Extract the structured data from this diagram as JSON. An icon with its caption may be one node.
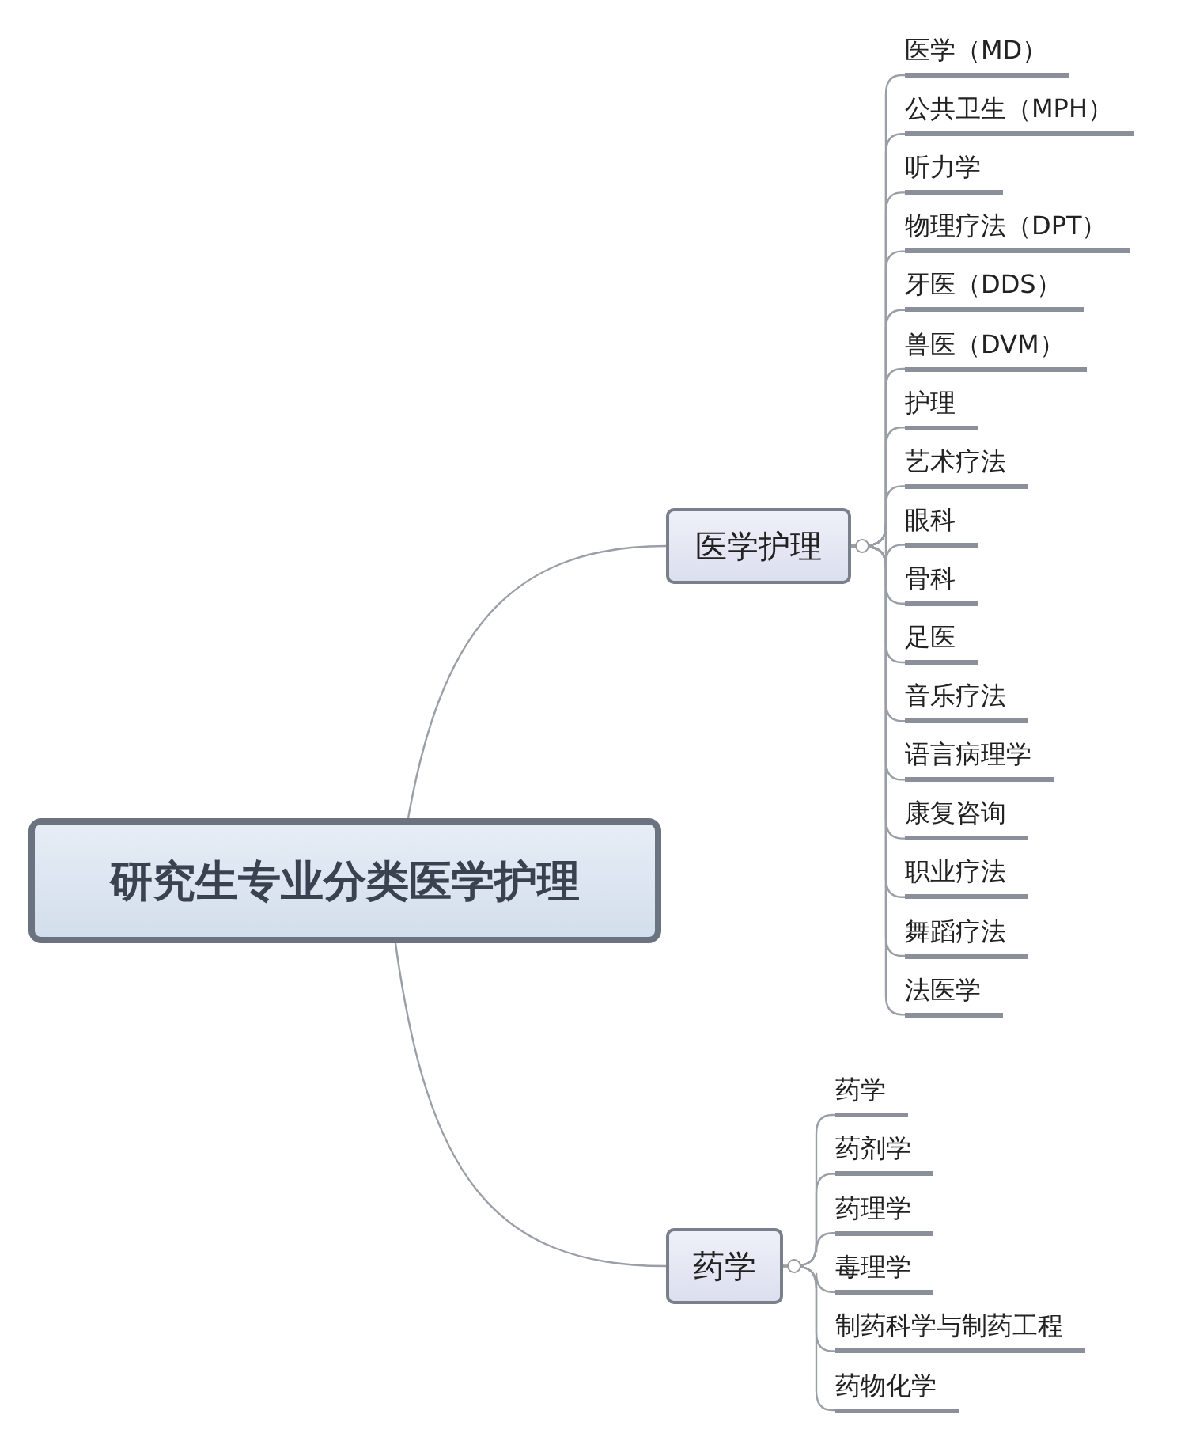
{
  "diagram": {
    "nodes": [
      {
        "text": [
          "研究生专业分类医学护理"
        ]
      },
      {
        "text": [
          "医学护理"
        ]
      },
      {
        "text": [
          "医学（MD）"
        ]
      },
      {
        "text": [
          "公共卫生（MPH）"
        ]
      },
      {
        "text": [
          "听力学"
        ]
      },
      {
        "text": [
          "物理疗法（DPT）"
        ]
      },
      {
        "text": [
          "牙医（DDS）"
        ]
      },
      {
        "text": [
          "兽医（DVM）"
        ]
      },
      {
        "text": [
          "护理"
        ]
      },
      {
        "text": [
          "艺术疗法"
        ]
      },
      {
        "text": [
          "眼科"
        ]
      },
      {
        "text": [
          "骨科"
        ]
      },
      {
        "text": [
          "足医"
        ]
      },
      {
        "text": [
          "音乐疗法"
        ]
      },
      {
        "text": [
          "语言病理学"
        ]
      },
      {
        "text": [
          "康复咨询"
        ]
      },
      {
        "text": [
          "职业疗法"
        ]
      },
      {
        "text": [
          "舞蹈疗法"
        ]
      },
      {
        "text": [
          "法医学"
        ]
      },
      {
        "text": [
          "药学"
        ]
      },
      {
        "text": [
          "药学"
        ]
      },
      {
        "text": [
          "药剂学"
        ]
      },
      {
        "text": [
          "药理学"
        ]
      },
      {
        "text": [
          "毒理学"
        ]
      },
      {
        "text": [
          "制药科学与制药工程"
        ]
      },
      {
        "text": [
          "药物化学"
        ]
      }
    ],
    "edges": [
      {
        "from": 0,
        "to": 1,
        "arrow": "none"
      },
      {
        "from": 0,
        "to": 19,
        "arrow": "none"
      },
      {
        "from": 1,
        "to": 2,
        "arrow": "none"
      },
      {
        "from": 1,
        "to": 3,
        "arrow": "none"
      },
      {
        "from": 1,
        "to": 4,
        "arrow": "none"
      },
      {
        "from": 1,
        "to": 5,
        "arrow": "none"
      },
      {
        "from": 1,
        "to": 6,
        "arrow": "none"
      },
      {
        "from": 1,
        "to": 7,
        "arrow": "none"
      },
      {
        "from": 1,
        "to": 8,
        "arrow": "none"
      },
      {
        "from": 1,
        "to": 9,
        "arrow": "none"
      },
      {
        "from": 1,
        "to": 10,
        "arrow": "none"
      },
      {
        "from": 1,
        "to": 11,
        "arrow": "none"
      },
      {
        "from": 1,
        "to": 12,
        "arrow": "none"
      },
      {
        "from": 1,
        "to": 13,
        "arrow": "none"
      },
      {
        "from": 1,
        "to": 14,
        "arrow": "none"
      },
      {
        "from": 1,
        "to": 15,
        "arrow": "none"
      },
      {
        "from": 1,
        "to": 16,
        "arrow": "none"
      },
      {
        "from": 1,
        "to": 17,
        "arrow": "none"
      },
      {
        "from": 1,
        "to": 18,
        "arrow": "none"
      },
      {
        "from": 19,
        "to": 20,
        "arrow": "none"
      },
      {
        "from": 19,
        "to": 21,
        "arrow": "none"
      },
      {
        "from": 19,
        "to": 22,
        "arrow": "none"
      },
      {
        "from": 19,
        "to": 23,
        "arrow": "none"
      },
      {
        "from": 19,
        "to": 24,
        "arrow": "none"
      },
      {
        "from": 19,
        "to": 25,
        "arrow": "none"
      }
    ]
  }
}
